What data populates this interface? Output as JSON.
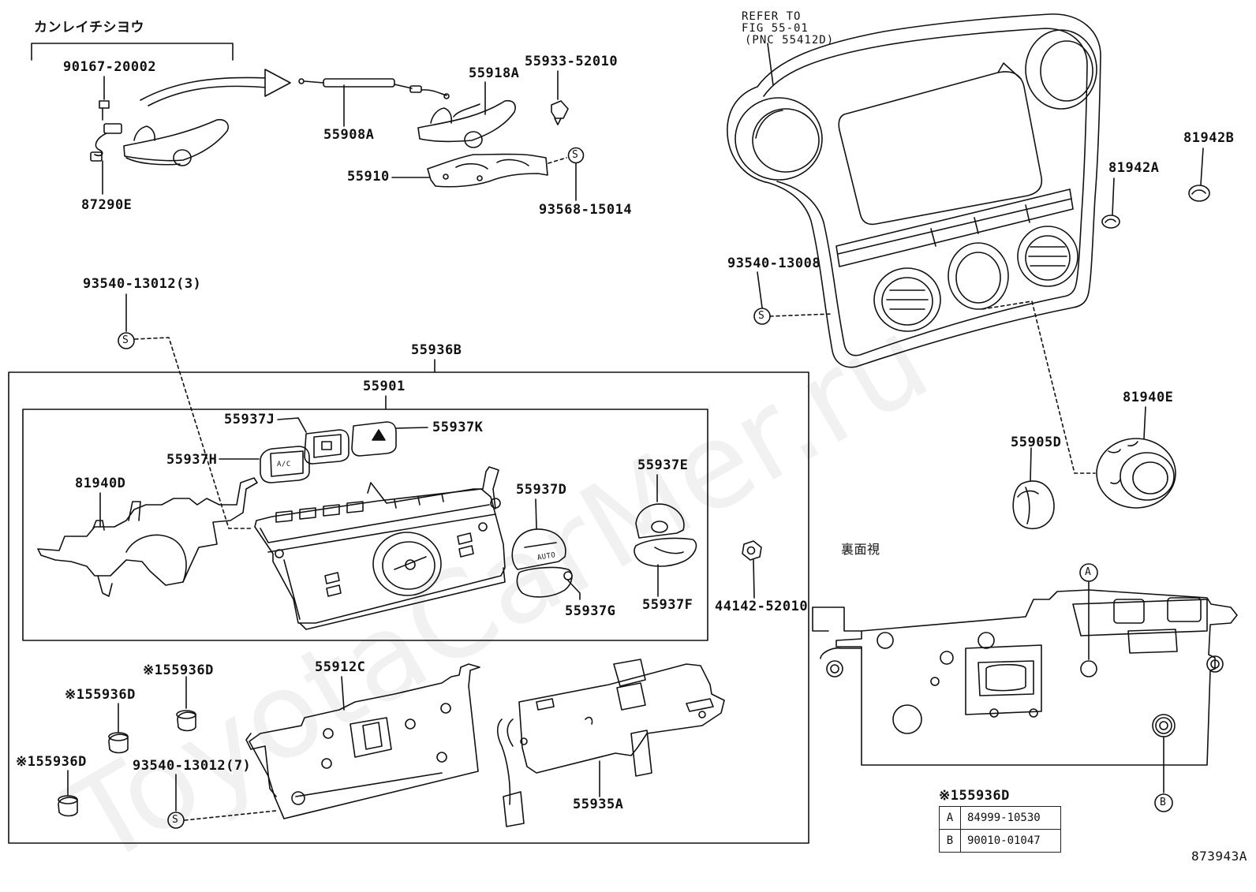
{
  "diagram": {
    "figure_code": "873943A",
    "watermark": "ToyotaCarMer.ru",
    "labels": {
      "kanreichishiyou": "カンレイチシヨウ",
      "p90167": "90167-20002",
      "p87290E": "87290E",
      "p55908A": "55908A",
      "p55918A": "55918A",
      "p55933": "55933-52010",
      "p55910": "55910",
      "p93568": "93568-15014",
      "refer1": "REFER TO",
      "refer2": "FIG 55-01",
      "refer3": "(PNC 55412D)",
      "p81942B": "81942B",
      "p81942A": "81942A",
      "p93540_13008": "93540-13008",
      "p93540_13012_3": "93540-13012(3)",
      "p55936B": "55936B",
      "p55901": "55901",
      "p55937J": "55937J",
      "p55937K": "55937K",
      "p55937H": "55937H",
      "p81940D": "81940D",
      "p55937D": "55937D",
      "p55937E": "55937E",
      "p55937G": "55937G",
      "p55937F": "55937F",
      "p44142": "44142-52010",
      "p55905D": "55905D",
      "p81940E": "81940E",
      "rear_view": "裏面視",
      "p55936D_a": "※155936D",
      "p55936D_b": "※155936D",
      "p55936D_c": "※155936D",
      "p55912C": "55912C",
      "p93540_13012_7": "93540-13012(7)",
      "p55935A": "55935A",
      "key_title": "※155936D",
      "circ_A": "A",
      "circ_B": "B",
      "circ_S": "S",
      "text_ac": "A/C",
      "text_auto": "AUTO"
    },
    "key_table": [
      {
        "mark": "A",
        "part": "84999-10530"
      },
      {
        "mark": "B",
        "part": "90010-01047"
      }
    ]
  }
}
